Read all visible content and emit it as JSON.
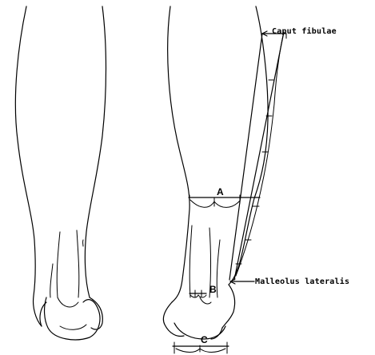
{
  "labels": {
    "caput_fibulae": "Caput fibulae",
    "malleolus_lateralis": "Malleolus lateralis",
    "a": "A",
    "b": "B",
    "c": "C"
  },
  "colors": {
    "ink": "#000000",
    "paper": "#ffffff"
  }
}
